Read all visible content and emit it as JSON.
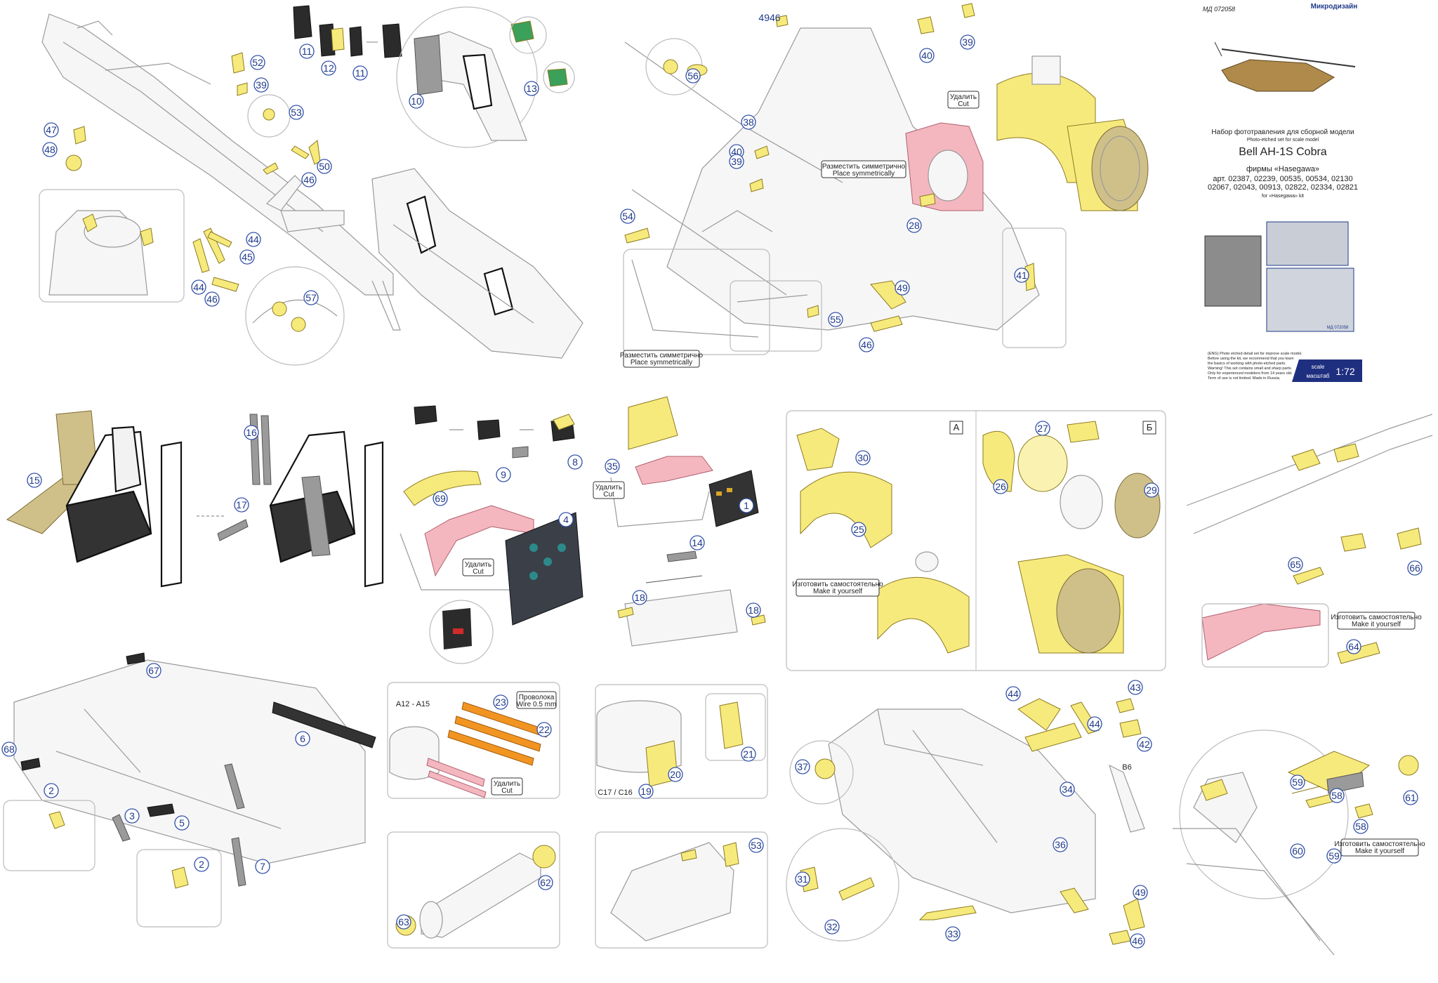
{
  "header": {
    "product_code": "МД 072058",
    "brand": "Микродизайн",
    "title_ru": "Набор фототравления для сборной модели",
    "title_en": "Photo-etched set for scale model",
    "model": "Bell AH-1S Cobra",
    "kit_maker": "фирмы «Hasegawa»",
    "articles_1": "арт. 02387, 02239, 00535, 00534, 02130",
    "articles_2": "02067, 02043, 00913, 02822, 02334, 02821",
    "for_kit": "for «Hasegawa» kit",
    "sheet_code": "МД 072058",
    "scale_en": "scale",
    "scale_ru": "масштаб",
    "scale_value": "1:72",
    "notes": [
      "(ENG) Photo etched detail set for improve scale model.",
      "Before using the kit, we recommend that you learn",
      "the basics of working with photo-etched parts.",
      "Warning! This set contains small and sharp parts.",
      "Only for experienced modelers from 14 years old.",
      "Term of use is not limited. Made in Russia."
    ]
  },
  "annotations": {
    "cut_ru": "Удалить",
    "cut_en": "Cut",
    "sym_ru": "Разместить симметрично",
    "sym_en": "Place symmetrically",
    "diy_ru": "Изготовить самостоятельно",
    "diy_en": "Make it yourself",
    "wire_ru": "Проволока",
    "wire_en": "Wire 0.5 mm",
    "ref_a12": "A12 - A15",
    "ref_c17": "C17 / C16",
    "ref_b6": "B6",
    "box_a": "А",
    "box_b": "Б"
  },
  "part_numbers": {
    "p1": "1",
    "p2": "2",
    "p2b": "2",
    "p3": "3",
    "p4": "4",
    "p5": "5",
    "p6": "6",
    "p7": "7",
    "p8": "8",
    "p9": "9",
    "p10": "10",
    "p11": "11",
    "p11b": "11",
    "p12": "12",
    "p13": "13",
    "p14": "14",
    "p15": "15",
    "p16": "16",
    "p17": "17",
    "p18": "18",
    "p18b": "18",
    "p19": "19",
    "p20": "20",
    "p21": "21",
    "p22": "22",
    "p23": "23",
    "p25": "25",
    "p26": "26",
    "p27": "27",
    "p28": "28",
    "p29": "29",
    "p30": "30",
    "p31": "31",
    "p32": "32",
    "p33": "33",
    "p34": "34",
    "p35": "35",
    "p36": "36",
    "p37": "37",
    "p38": "38",
    "p39": "39",
    "p39b": "39",
    "p39c": "39",
    "p40": "40",
    "p40b": "40",
    "p41": "41",
    "p42": "42",
    "p43": "43",
    "p44": "44",
    "p44b": "44",
    "p44c": "44",
    "p44d": "44",
    "p45": "45",
    "p46": "46",
    "p46b": "46",
    "p46c": "46",
    "p46d": "46",
    "p47": "47",
    "p48": "48",
    "p49": "49",
    "p49b": "49",
    "p4946": "4946",
    "p50": "50",
    "p52": "52",
    "p53": "53",
    "p53b": "53",
    "p54": "54",
    "p55": "55",
    "p56": "56",
    "p57": "57",
    "p58": "58",
    "p58b": "58",
    "p59": "59",
    "p59b": "59",
    "p60": "60",
    "p61": "61",
    "p62": "62",
    "p63": "63",
    "p64": "64",
    "p65": "65",
    "p66": "66",
    "p67": "67",
    "p68": "68",
    "p69": "69"
  },
  "colors": {
    "brass_part": "#f7ea7d",
    "remove_part": "#f4b7bf",
    "callout_number": "#1f3a8a",
    "scale_badge": "#1f2f80"
  }
}
